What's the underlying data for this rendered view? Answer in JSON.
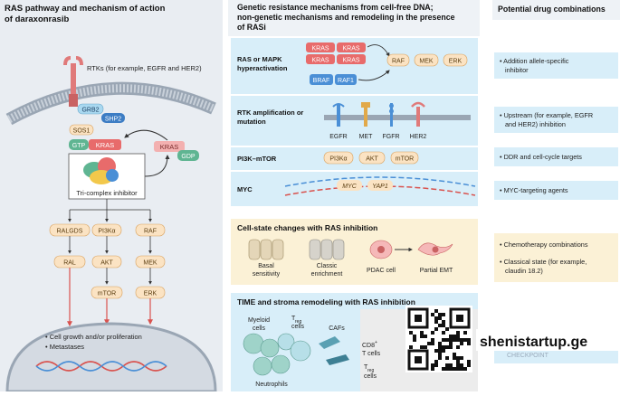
{
  "left_panel": {
    "title_line1": "RAS pathway and mechanism of action",
    "title_line2": "of daraxonrasib",
    "rtk_label": "RTKs (for example, EGFR and HER2)",
    "grb2": "GRB2",
    "shp2": "SHP2",
    "sos1": "SOS1",
    "gtp": "GTP",
    "kras": "KRAS",
    "kras_gdp": "KRAS",
    "gdp": "GDP",
    "inhibitor": "Tri-complex inhibitor",
    "branches": [
      {
        "top": "RALGDS",
        "mid": "RAL",
        "bot": ""
      },
      {
        "top": "PI3Kα",
        "mid": "AKT",
        "bot": "mTOR"
      },
      {
        "top": "RAF",
        "mid": "MEK",
        "bot": "ERK"
      }
    ],
    "outcome1": "• Cell growth and/or proliferation",
    "outcome2": "• Metastases"
  },
  "mid_panel": {
    "title_line1": "Genetic resistance mechanisms from cell-free DNA;",
    "title_line2": "non-genetic mechanisms and remodeling in the presence",
    "title_line3": "of RASi",
    "row1": {
      "label_line1": "RAS or MAPK",
      "label_line2": "hyperactivation",
      "kras": [
        "KRAS",
        "KRAS",
        "KRAS",
        "KRAS"
      ],
      "braf": "BRAF",
      "raf1": "RAF1",
      "cascade": [
        "RAF",
        "MEK",
        "ERK"
      ]
    },
    "row2": {
      "label_line1": "RTK amplification or",
      "label_line2": "mutation",
      "receptors": [
        "EGFR",
        "MET",
        "FGFR",
        "HER2"
      ]
    },
    "row3": {
      "label": "PI3K–mTOR",
      "nodes": [
        "PI3Kα",
        "AKT",
        "mTOR"
      ]
    },
    "row4": {
      "label": "MYC",
      "genes": [
        "MYC",
        "YAP1"
      ]
    },
    "cell_state": {
      "title": "Cell-state changes with RAS inhibition",
      "labels": [
        "Basal",
        "sensitivity",
        "Classic",
        "enrichment",
        "PDAC cell",
        "Partial EMT"
      ]
    },
    "time": {
      "title": "TIME and stroma remodeling with RAS inhibition",
      "labels": [
        "Myeloid",
        "cells",
        "T",
        "reg",
        "cells",
        "CAFs",
        "Neutrophils",
        "CD8",
        "+",
        "T cells",
        "T",
        "reg",
        "cells"
      ]
    }
  },
  "right_panel": {
    "title": "Potential drug combinations",
    "items": [
      [
        "• Addition allele-specific",
        "inhibitor"
      ],
      [
        "• Upstream (for example, EGFR",
        "and HER2) inhibition"
      ],
      [
        "• DDR and cell-cycle targets"
      ],
      [
        "• MYC-targeting agents"
      ],
      [
        "• Chemotherapy combinations"
      ],
      [
        "• Classical state (for example,",
        "claudin 18.2)"
      ]
    ]
  },
  "watermark": {
    "text": "shenistartup.ge",
    "faint": "CHECKPOINT"
  },
  "colors": {
    "left_bg": "#e9edf2",
    "mid_blue": "#d8eef9",
    "mid_yellow": "#fbf1d6",
    "kras_red": "#e86b6b",
    "blue_node": "#4a8fd6",
    "green_node": "#5fb592",
    "orange_node": "#fbe3c3"
  }
}
